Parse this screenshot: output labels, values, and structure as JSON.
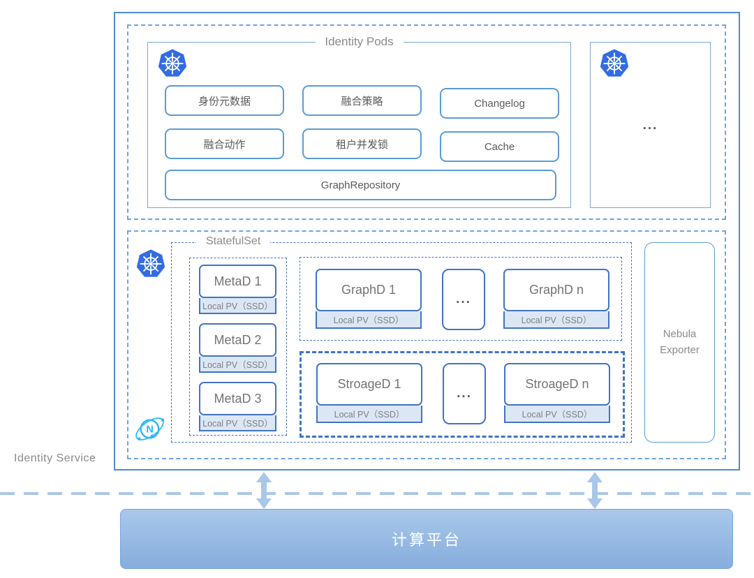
{
  "labels": {
    "identity_service": "Identity Service",
    "local_pv": "Local PV（SSD）",
    "ellipsis": "...",
    "nebula_exporter": "Nebula Exporter",
    "compute_platform": "计算平台"
  },
  "identity_pods": {
    "title": "Identity Pods",
    "modules": [
      "身份元数据",
      "融合策略",
      "Changelog",
      "融合动作",
      "租户并发锁",
      "Cache"
    ],
    "repository": "GraphRepository"
  },
  "statefulset": {
    "title": "StatefulSet",
    "meta_nodes": [
      "MetaD 1",
      "MetaD 2",
      "MetaD 3"
    ],
    "graph_nodes": [
      "GraphD 1",
      "GraphD n"
    ],
    "storage_nodes": [
      "StroageD 1",
      "StroageD n"
    ]
  },
  "icons": {
    "kubernetes": "kubernetes-icon",
    "nebula_graph": "nebula-graph-icon"
  },
  "colors": {
    "kubernetes_blue": "#326CE5",
    "nebula_cyan": "#2BB8F4",
    "node_border_blue": "#4173C4",
    "box_border_blue": "#5B9BD5",
    "outer_border_blue": "#4C8BD1",
    "arrow_blue": "#A9C7E8",
    "pv_fill": "#DCE7F6"
  }
}
